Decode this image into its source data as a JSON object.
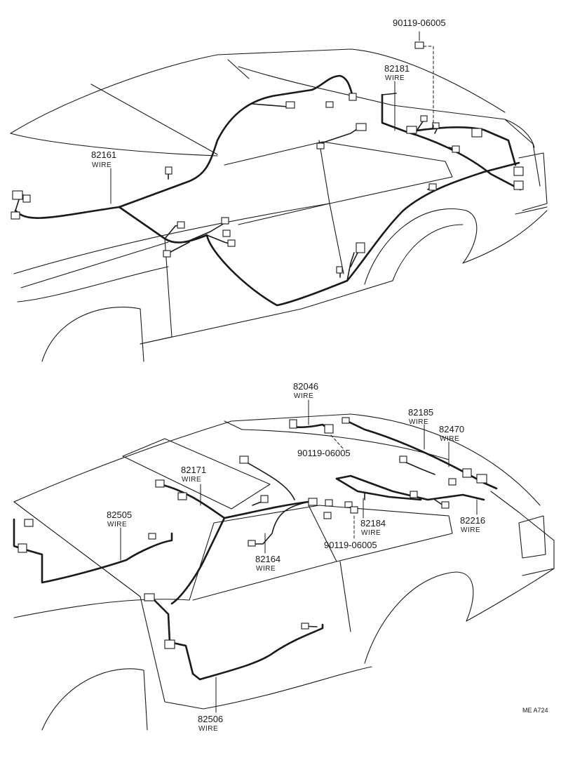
{
  "callouts": {
    "bolt_top": {
      "number": "90119-06005"
    },
    "wire_82181": {
      "number": "82181",
      "label": "WIRE"
    },
    "wire_82161": {
      "number": "82161",
      "label": "WIRE"
    },
    "wire_82046": {
      "number": "82046",
      "label": "WIRE"
    },
    "wire_82185": {
      "number": "82185",
      "label": "WIRE"
    },
    "wire_82470": {
      "number": "82470",
      "label": "WIRE"
    },
    "bolt_mid1": {
      "number": "90119-06005"
    },
    "wire_82171": {
      "number": "82171",
      "label": "WIRE"
    },
    "wire_82505": {
      "number": "82505",
      "label": "WIRE"
    },
    "wire_82184": {
      "number": "82184",
      "label": "WIRE"
    },
    "wire_82216": {
      "number": "82216",
      "label": "WIRE"
    },
    "bolt_mid2": {
      "number": "90119-06005"
    },
    "wire_82164": {
      "number": "82164",
      "label": "WIRE"
    },
    "wire_82506": {
      "number": "82506",
      "label": "WIRE"
    }
  },
  "footer": {
    "code": "ME  A724"
  }
}
